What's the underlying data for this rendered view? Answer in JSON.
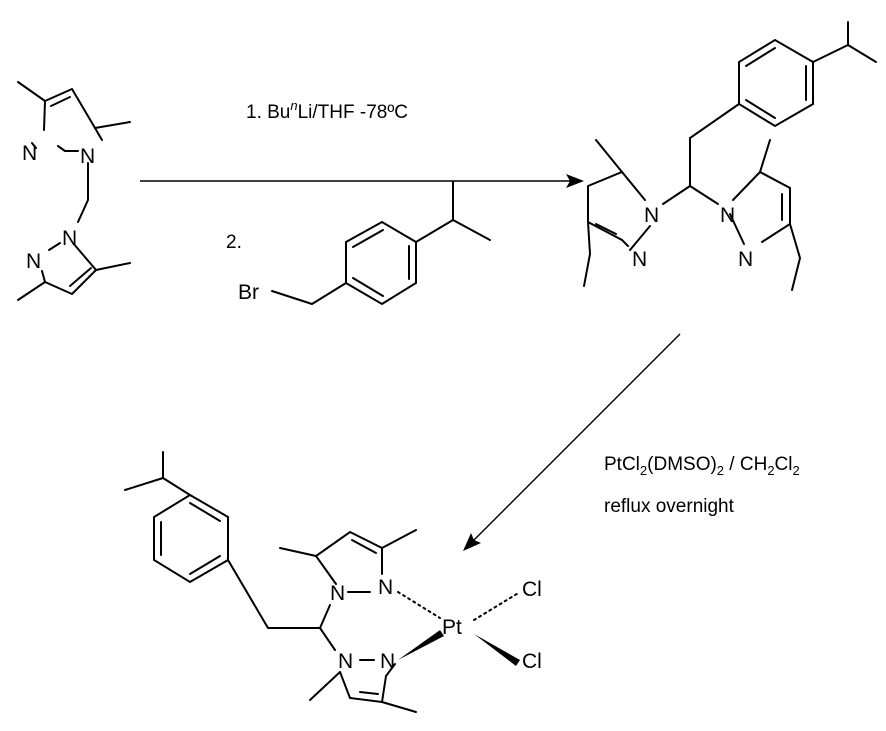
{
  "conditions": {
    "step1_prefix": "1. Bu",
    "step1_superscript": "n",
    "step1_suffix": "Li/THF -78ºC",
    "step2_label": "2.",
    "pt_prefix": "PtCl",
    "pt_sub1": "2",
    "pt_middle": "(DMSO)",
    "pt_sub2": "2",
    "pt_separator": " / CH",
    "pt_sub3": "2",
    "pt_suffix": "Cl",
    "pt_sub4": "2",
    "pt_line2": "reflux overnight"
  },
  "atoms": {
    "nitrogen": "N",
    "bromine": "Br",
    "platinum": "Pt",
    "chlorine": "Cl"
  }
}
